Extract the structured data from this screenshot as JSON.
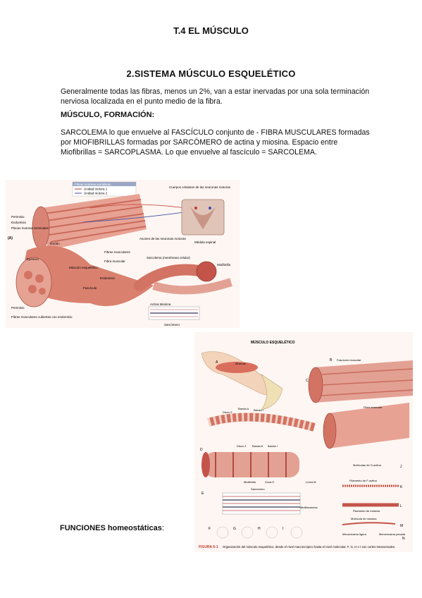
{
  "doc": {
    "title": "T.4 EL MÚSCULO",
    "subtitle": "2.SISTEMA MÚSCULO ESQUELÉTICO",
    "paragraph1": "Generalmente todas las fibras, menos un 2%, van a estar inervadas por una sola terminación nerviosa localizada en el punto medio de la fibra.",
    "heading2": "MÚSCULO, FORMACIÓN:",
    "paragraph2": "SARCOLEMA lo que envuelve al FASCÍCULO conjunto de - FIBRA MUSCULARES formadas por MIOFIBRILLAS formadas por SARCÓMERO de actina y miosina. Espacio entre Miofibrillas = SARCOPLASMA. Lo que envuelve al fascículo = SARCOLEMA.",
    "funciones_bold": "FUNCIONES homeostáticas",
    "funciones_rest": ":"
  },
  "figure_a": {
    "legend_title": "Fibras motoras somáticas",
    "legend_1": "Unidad motora 1",
    "legend_2": "Unidad motora 2",
    "cuerpos": "Cuerpos celulares de las neuronas motoras",
    "perimisio": "Perimisio",
    "endomisio": "Endomisio",
    "placas": "Placas motoras terminales",
    "axones": "Axones de las neuronas motoras",
    "medula": "Médula espinal",
    "tendon": "Tendón",
    "fibras_musc": "Fibras musculares",
    "label_a": "(A)",
    "epimisio": "Epimisio",
    "musculo_esq": "Músculo esquelético",
    "fibra_muscular": "Fibra muscular",
    "sarcolema": "Sarcolema (membrana celular)",
    "miofibrilla": "Miofibrilla",
    "endomisio2": "Endomisio",
    "fasciculo": "Fascículo",
    "perimisio2": "Perimisio",
    "fibras_cubiertas": "Fibras musculares cubiertas con endomisio",
    "actina_miosina": "Actina Miosina",
    "sarcomero": "Sarcómero"
  },
  "figure_b": {
    "header": "MÚSCULO ESQUELÉTICO",
    "a": "A",
    "b": "B",
    "c": "C",
    "d": "D",
    "e": "E",
    "f": "F",
    "g": "G",
    "h": "H",
    "i": "I",
    "j": "J",
    "k": "K",
    "l": "L",
    "m": "M",
    "n": "N",
    "musculo": "Músculo",
    "fasciculo": "Fascículo muscular",
    "fibra": "Fibra muscular",
    "disco_z": "Disco Z",
    "banda_a": "Banda A",
    "banda_i": "Banda I",
    "miofibrilla": "Miofibrilla",
    "zona_h": "Zona H",
    "linea_m": "Línea M",
    "sarcomero": "Sarcómero",
    "miofilamentos": "Miofilamentos",
    "g_actina": "Moléculas de G-actina",
    "f_actina": "Filamento de F-actina",
    "filamento_miosina": "Filamento de miosina",
    "molecula_miosina": "Molécula de miosina",
    "meromiosina_ligera": "Meromiosina ligera",
    "meromiosina_pesada": "Meromiosina pesada",
    "caption_label": "FIGURA 6-1",
    "caption_text": "Organización del músculo esquelético, desde el nivel macroscópico hasta el nivel molecular. F, G, H e I son cortes transversales."
  }
}
